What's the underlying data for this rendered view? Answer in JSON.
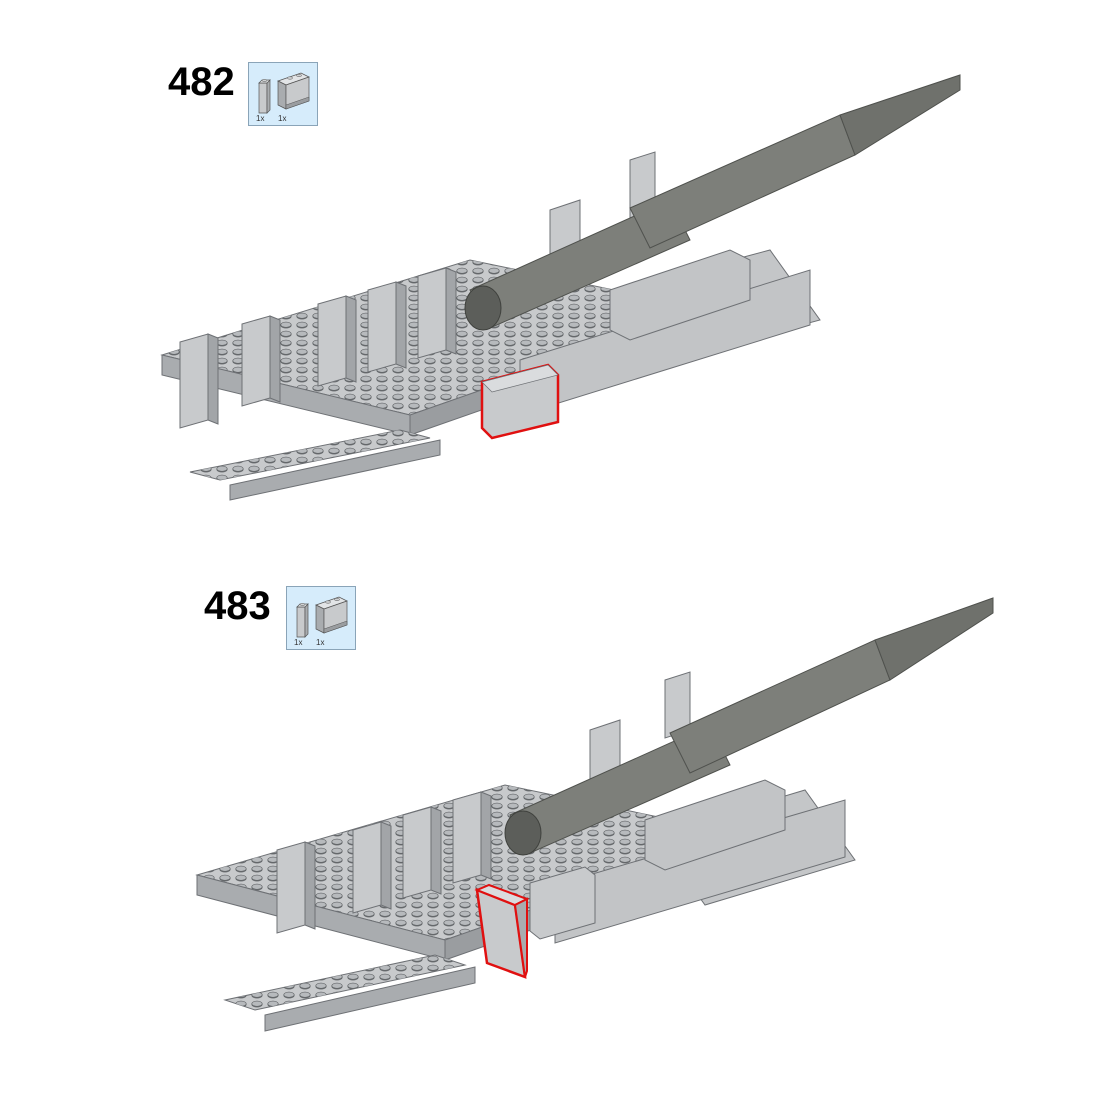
{
  "steps": [
    {
      "number": "482",
      "parts": [
        {
          "icon": "brick-1x1x3-icon",
          "qty": "1x"
        },
        {
          "icon": "panel-1x2x2-icon",
          "qty": "1x"
        }
      ]
    },
    {
      "number": "483",
      "parts": [
        {
          "icon": "brick-1x1x3-icon",
          "qty": "1x"
        },
        {
          "icon": "panel-1x2x2-icon",
          "qty": "1x"
        }
      ]
    }
  ],
  "colors": {
    "page_bg": "#ffffff",
    "parts_bg": "#d6ecfb",
    "brick_light": "#c8cacc",
    "brick_mid": "#a9acaf",
    "brick_dark": "#6e7175",
    "barrel": "#7d7f7a",
    "barrel_dark": "#5c5e5a",
    "highlight": "#e01010"
  }
}
